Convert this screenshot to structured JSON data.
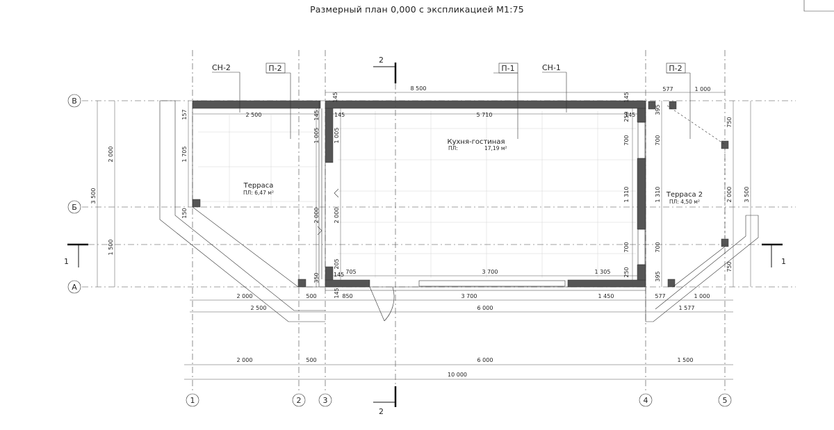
{
  "title": "Размерный план 0,000 с экспликацией М1:75",
  "axes": {
    "rows": [
      "В",
      "Б",
      "А"
    ],
    "cols": [
      "1",
      "2",
      "3",
      "4",
      "5"
    ]
  },
  "sections": {
    "cut_1": "1",
    "cut_2": "2"
  },
  "tags": {
    "sn2": "СН-2",
    "p2_left": "П-2",
    "p1": "П-1",
    "sn1": "СН-1",
    "p2_right": "П-2"
  },
  "rooms": {
    "terrace": {
      "name": "Терраса",
      "area": "ПЛ: 6,47 м²"
    },
    "kitchen": {
      "name": "Кухня-гостиная",
      "area_label": "ПЛ:",
      "area": "17,19 м²"
    },
    "terrace2": {
      "name": "Терраса 2",
      "area": "ПЛ: 4,50 м²"
    }
  },
  "dims": {
    "d8500": "8 500",
    "d2500_top": "2 500",
    "d5710": "5 710",
    "d145_a": "145",
    "d145_b": "145",
    "d145_c": "145",
    "d145_d": "145",
    "d145_e": "145",
    "d145_f": "145",
    "d145_g": "145",
    "d577_top": "577",
    "d1000_top": "1 000",
    "d157": "157",
    "d1705": "1 705",
    "d150": "150",
    "d2000_left": "2 000",
    "d1500_left": "1 500",
    "d3500_left": "3 500",
    "d1005_a": "1 005",
    "d1005_b": "1 005",
    "d2000_mid_a": "2 000",
    "d2000_mid_b": "2 000",
    "d205": "205",
    "d350": "350",
    "d705": "705",
    "d3700_in": "3 700",
    "d1305": "1 305",
    "d250_top": "250",
    "d700_a": "700",
    "d1310_a": "1 310",
    "d700_b": "700",
    "d250_bot": "250",
    "d395_a": "395",
    "d700_c": "700",
    "d1310_b": "1 310",
    "d700_d": "700",
    "d395_b": "395",
    "d750_top": "750",
    "d2000_right": "2 000",
    "d3500_right": "3 500",
    "d750_bot": "750",
    "r1_2000": "2 000",
    "r1_500": "500",
    "r1_850": "850",
    "r1_3700": "3 700",
    "r1_1450": "1 450",
    "r1_577": "577",
    "r1_1000": "1 000",
    "r2_2500": "2 500",
    "r2_6000": "6 000",
    "r2_1577": "1 577",
    "r3_2000": "2 000",
    "r3_500": "500",
    "r3_6000": "6 000",
    "r3_1500": "1 500",
    "r4_10000": "10 000"
  }
}
